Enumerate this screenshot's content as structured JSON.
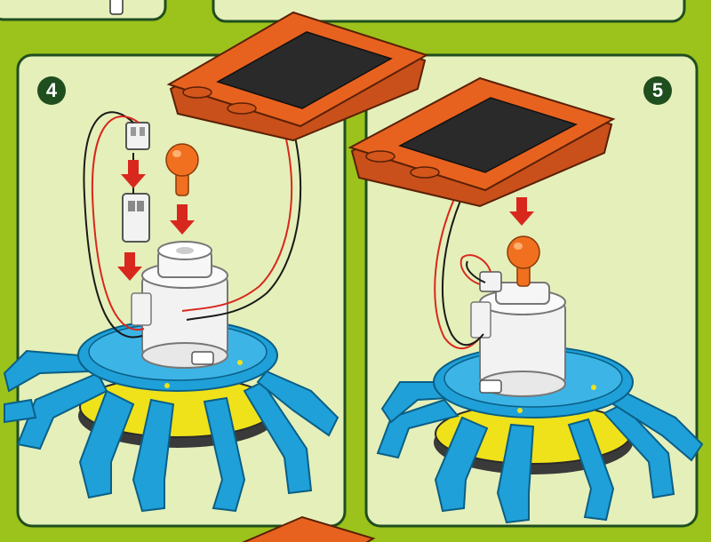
{
  "steps": [
    {
      "number": "4"
    },
    {
      "number": "5"
    }
  ],
  "colors": {
    "page_background": "#9cc21c",
    "panel_fill": "#e5efb9",
    "panel_border": "#1f4e1f",
    "solar_frame": "#e8621f",
    "solar_cell": "#2a2a2a",
    "base_blue": "#1fa0d8",
    "gear_yellow": "#f0e21a",
    "motor_white": "#f2f2f2",
    "bulb_orange": "#f07020",
    "arrow_red": "#d8281e",
    "wire_red": "#d8281e",
    "wire_black": "#1a1a1a"
  },
  "parts": [
    "solar-panel",
    "connector",
    "motor",
    "bulb",
    "walker-base",
    "gear",
    "legs"
  ]
}
